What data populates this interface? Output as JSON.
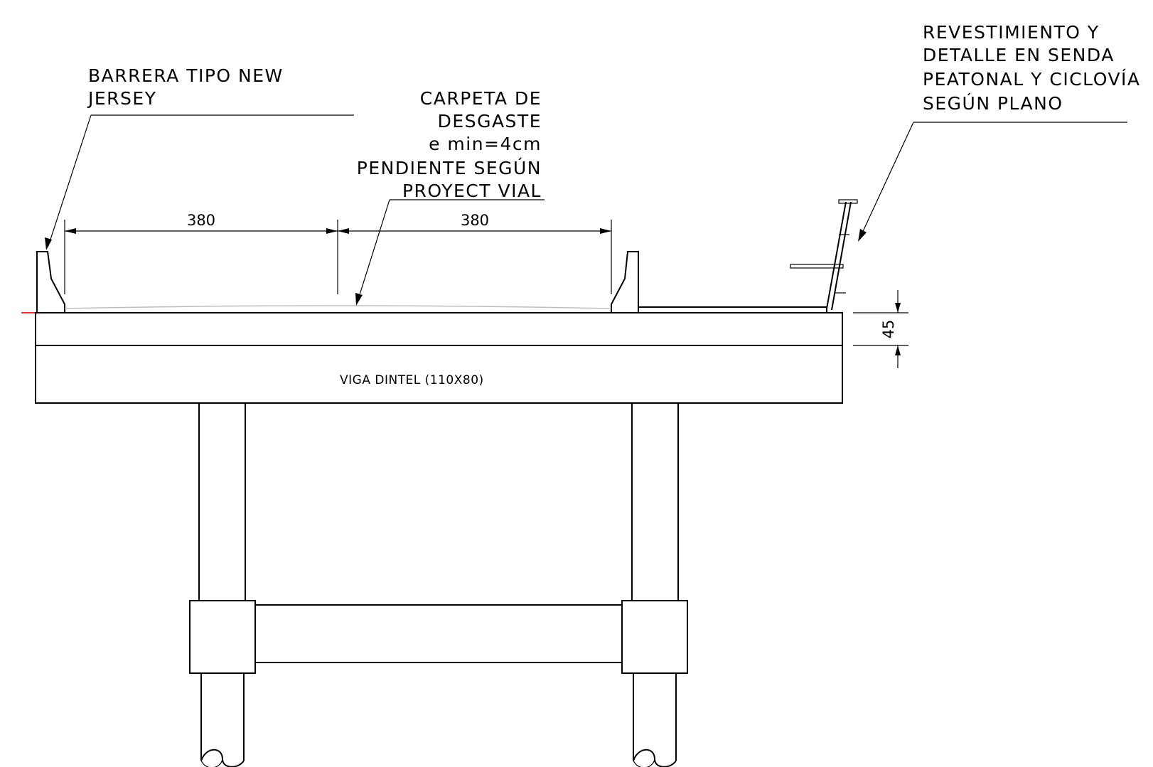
{
  "labels": {
    "barrier": [
      "BARRERA TIPO NEW",
      "JERSEY"
    ],
    "wearing_course": [
      "CARPETA DE",
      "DESGASTE",
      "e min=4cm",
      "PENDIENTE SEGÚN",
      "PROYECT VIAL"
    ],
    "lining": [
      "REVESTIMIENTO Y",
      "DETALLE EN SENDA",
      "PEATONAL Y CICLOVÍA",
      "SEGÚN PLANO"
    ],
    "beam": "VIGA DINTEL (110X80)"
  },
  "dimensions": {
    "lane_left": "380",
    "lane_right": "380",
    "slab_thickness": "45"
  },
  "colors": {
    "line": "#000000",
    "pavement": "#bdbdbd",
    "axis_tick": "#e53935"
  }
}
